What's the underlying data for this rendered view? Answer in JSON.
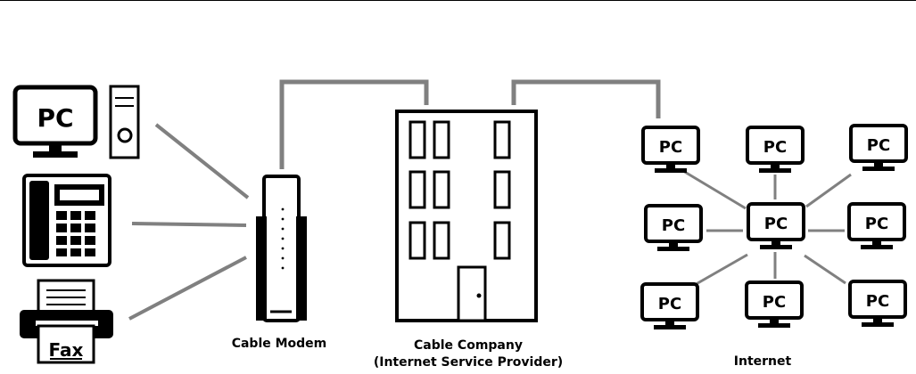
{
  "labels": {
    "pc_text": "PC",
    "fax_text": "Fax",
    "cable_modem": "Cable Modem",
    "cable_company_line1": "Cable Company",
    "cable_company_line2": "(Internet Service Provider)",
    "internet": "Internet"
  },
  "icons": {
    "desktop": "desktop-computer-icon",
    "tower": "pc-tower-icon",
    "phone": "telephone-icon",
    "fax": "fax-machine-icon",
    "modem": "cable-modem-icon",
    "building": "office-building-icon",
    "internet_pc": "internet-pc-icon"
  },
  "colors": {
    "stroke": "#000000",
    "connector": "#808080",
    "background": "#ffffff"
  }
}
